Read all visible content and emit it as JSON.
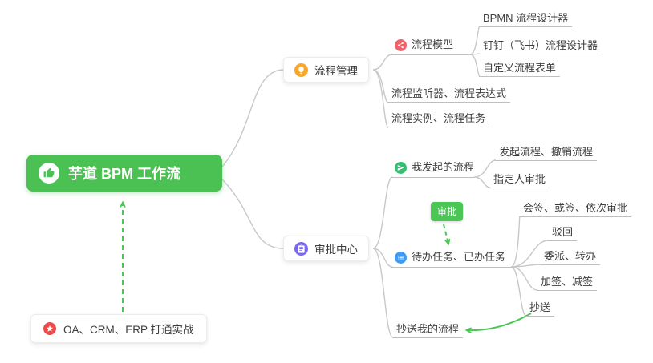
{
  "root": {
    "label": "芋道 BPM 工作流"
  },
  "note": {
    "label": "OA、CRM、ERP 打通实战"
  },
  "process_management": {
    "label": "流程管理",
    "model": {
      "label": "流程模型"
    },
    "bpmn": {
      "label": "BPMN 流程设计器"
    },
    "dingtalk": {
      "label": "钉钉（飞书）流程设计器"
    },
    "custom_form": {
      "label": "自定义流程表单"
    },
    "listener": {
      "label": "流程监听器、流程表达式"
    },
    "instance": {
      "label": "流程实例、流程任务"
    }
  },
  "approval_center": {
    "label": "审批中心",
    "my_initiated": {
      "label": "我发起的流程"
    },
    "initiate_cancel": {
      "label": "发起流程、撤销流程"
    },
    "assignee_approve": {
      "label": "指定人审批"
    },
    "approve_tag": {
      "label": "审批"
    },
    "todo_done": {
      "label": "待办任务、已办任务"
    },
    "countersign": {
      "label": "会签、或签、依次审批"
    },
    "reject": {
      "label": "驳回"
    },
    "delegate_transfer": {
      "label": "委派、转办"
    },
    "add_reduce_sign": {
      "label": "加签、减签"
    },
    "cc": {
      "label": "抄送"
    },
    "cc_my": {
      "label": "抄送我的流程"
    }
  },
  "icons": {
    "root": "thumbs-up-icon",
    "note": "star-icon",
    "process_management": "lightbulb-icon",
    "model": "share-icon",
    "approval_center": "clipboard-icon",
    "my_initiated": "send-icon",
    "todo_done": "list-icon"
  },
  "colors": {
    "root_bg": "#4BC153",
    "tag_bg": "#49C654",
    "green_arrow": "#49C654",
    "connector_gray": "#C8C8C8",
    "icon_orange": "#F8A72B",
    "icon_purple": "#7C68EE",
    "icon_red": "#F2606A",
    "icon_green": "#35BD72",
    "icon_blue": "#3E9BF4",
    "icon_star_red": "#EE4A4A"
  }
}
